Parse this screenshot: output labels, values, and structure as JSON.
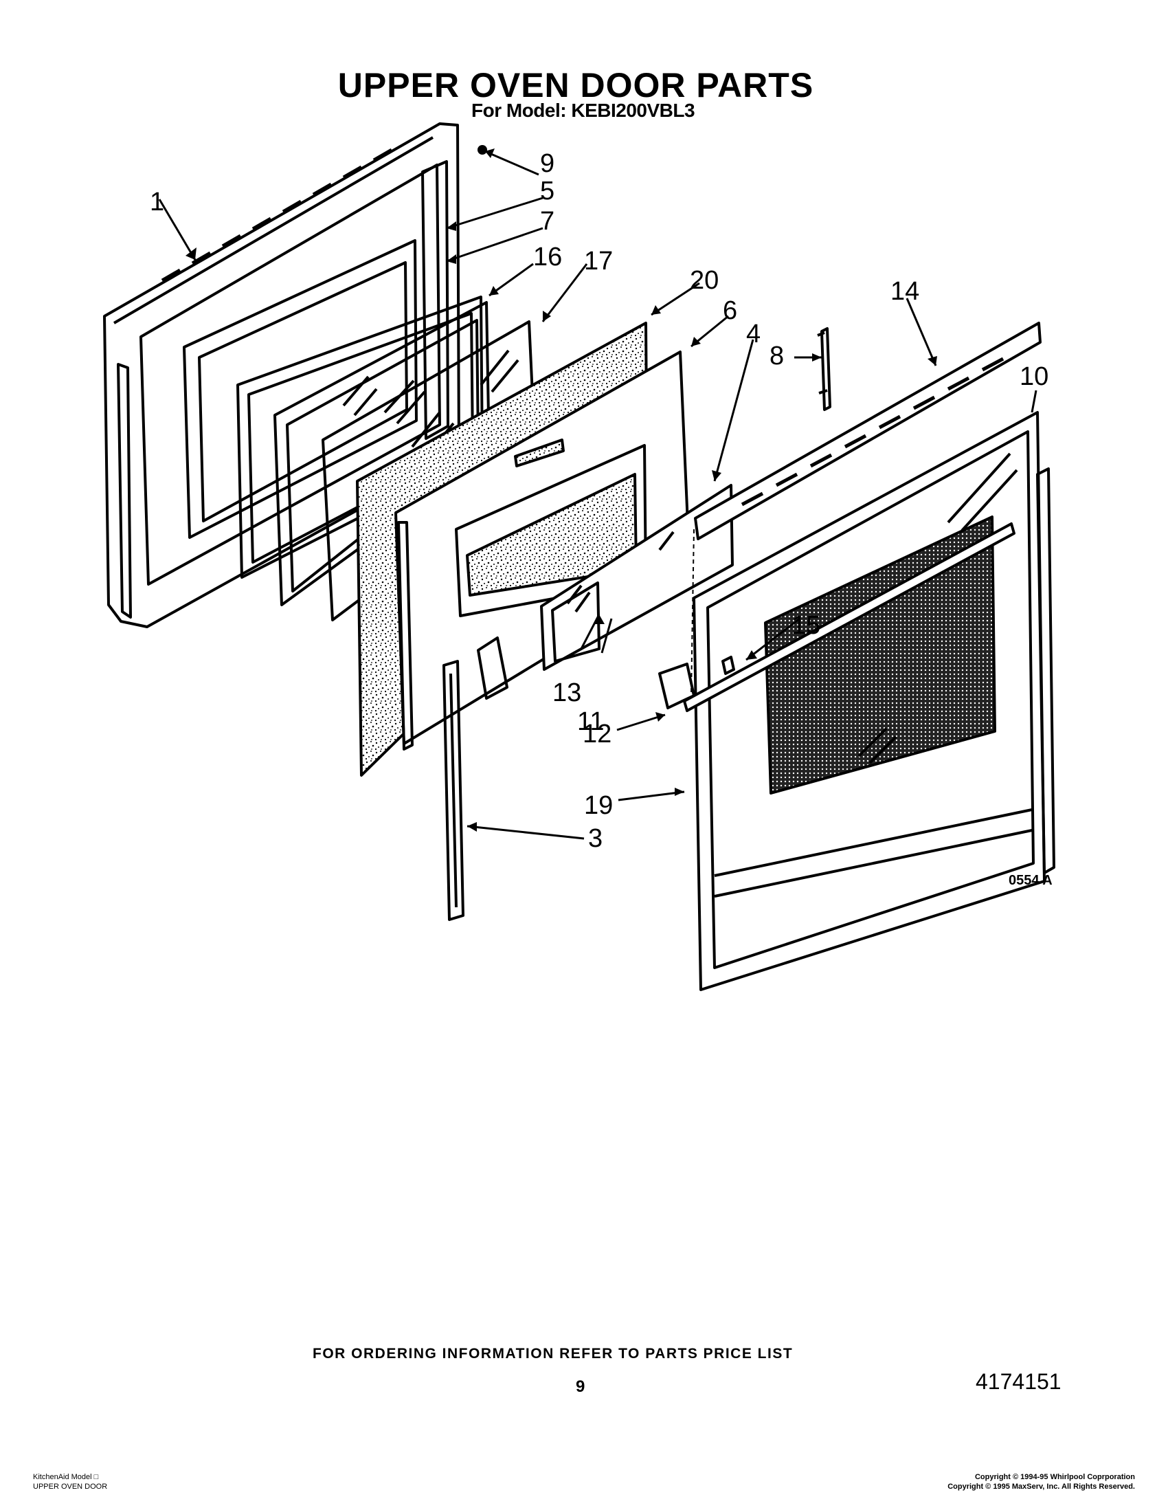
{
  "header": {
    "title": "UPPER OVEN DOOR PARTS",
    "subtitle": "For Model: KEBI200VBL3"
  },
  "callouts": [
    "1",
    "5",
    "9",
    "7",
    "16",
    "17",
    "20",
    "6",
    "4",
    "8",
    "14",
    "10",
    "15",
    "13",
    "11",
    "12",
    "19",
    "3"
  ],
  "diagram_ref": "0554 A",
  "footer": {
    "ordering_info": "FOR ORDERING INFORMATION REFER TO PARTS PRICE LIST",
    "page_number": "9",
    "part_number": "4174151",
    "left_line1": "KitchenAid Model □",
    "left_line2": "UPPER OVEN DOOR",
    "right_line1": "Copyright © 1994-95 Whirlpool Coprporation",
    "right_line2": "Copyright © 1995 MaxServ, Inc.  All Rights Reserved."
  }
}
